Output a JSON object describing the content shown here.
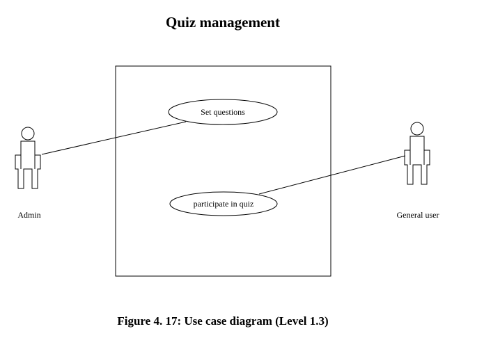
{
  "title": "Quiz management",
  "caption": "Figure 4. 17: Use case diagram (Level 1.3)",
  "actors": [
    {
      "id": "admin",
      "label": "Admin"
    },
    {
      "id": "general-user",
      "label": "General user"
    }
  ],
  "use_cases": [
    {
      "id": "set-questions",
      "label": "Set questions"
    },
    {
      "id": "participate-in-quiz",
      "label": "participate in quiz"
    }
  ],
  "associations": [
    {
      "actor": "admin",
      "use_case": "set-questions"
    },
    {
      "actor": "general-user",
      "use_case": "participate-in-quiz"
    }
  ]
}
